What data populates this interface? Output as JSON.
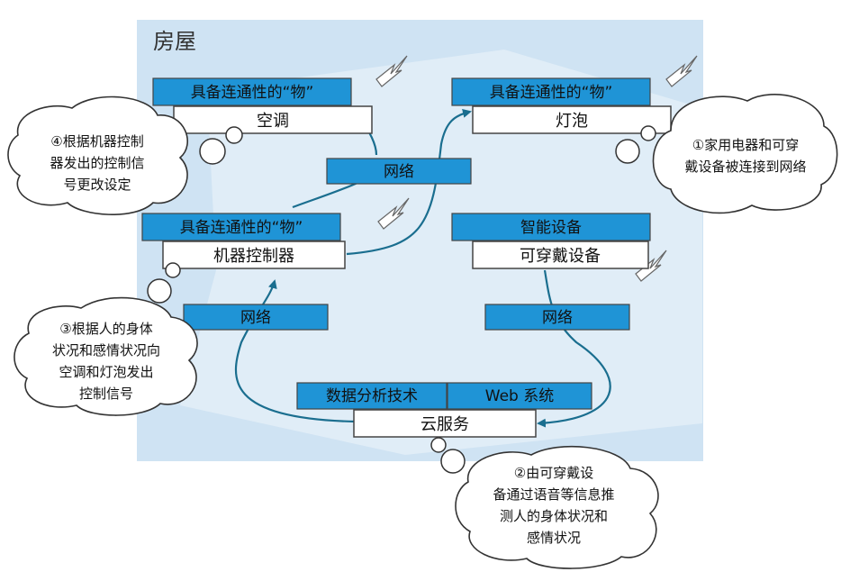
{
  "house": {
    "label": "房屋"
  },
  "ac": {
    "header": "具备连通性的“物”",
    "name": "空调"
  },
  "bulb": {
    "header": "具备连通性的“物”",
    "name": "灯泡"
  },
  "controller": {
    "header": "具备连通性的“物”",
    "name": "机器控制器"
  },
  "wearable": {
    "header": "智能设备",
    "name": "可穿戴设备"
  },
  "cloud": {
    "tag_left": "数据分析技术",
    "tag_right": "Web 系统",
    "name": "云服务"
  },
  "networks": {
    "top": "网络",
    "left": "网络",
    "right": "网络"
  },
  "bubbles": {
    "b1": [
      "①家用电器和可穿",
      "戴设备被连接到网络"
    ],
    "b2": [
      "②由可穿戴设",
      "备通过语音等信息推",
      "测人的身体状况和",
      "感情状况"
    ],
    "b3": [
      "③根据人的身体",
      "状况和感情状况向",
      "空调和灯泡发出",
      "控制信号"
    ],
    "b4": [
      "④根据机器控制",
      "器发出的控制信",
      "号更改设定"
    ]
  },
  "colors": {
    "house_bg": "#cfe3f3",
    "house_inner": "#e4eff8",
    "header_blue": "#1f94d6",
    "arrow": "#1a6e8f",
    "border": "#444444"
  }
}
